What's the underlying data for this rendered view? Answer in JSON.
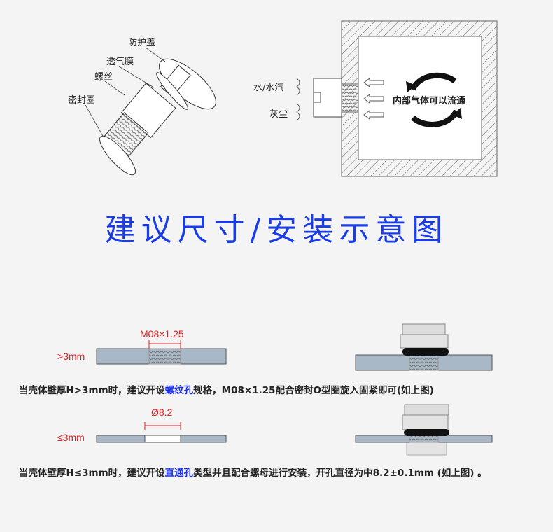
{
  "exploded_view": {
    "labels": [
      "防护盖",
      "透气膜",
      "螺丝",
      "密封圈"
    ]
  },
  "flow_diagram": {
    "outside_labels": [
      "水/水汽",
      "灰尘"
    ],
    "inside_label": "内部气体可以流通"
  },
  "title": "建议尺寸/安装示意图",
  "thick_wall": {
    "thickness_label": ">3mm",
    "dimension_label": "M08×1.25",
    "description": {
      "prefix": "当壳体壁厚H>3mm时，建议开设",
      "highlight": "螺纹孔",
      "suffix": "规格，M08×1.25配合密封O型圈旋入固紧即可(如上图)"
    }
  },
  "thin_wall": {
    "thickness_label": "≤3mm",
    "dimension_label": "Ø8.2",
    "description": {
      "prefix": "当壳体壁厚H≤3mm时，建议开设",
      "highlight": "直通孔",
      "suffix": "类型并且配合螺母进行安装，开孔直径为中8.2±0.1mm (如上图) 。"
    }
  },
  "colors": {
    "title": "#1a3ce8",
    "highlight": "#1a2ef0",
    "dimension": "#e02020",
    "plate": "#a9b8c6"
  }
}
